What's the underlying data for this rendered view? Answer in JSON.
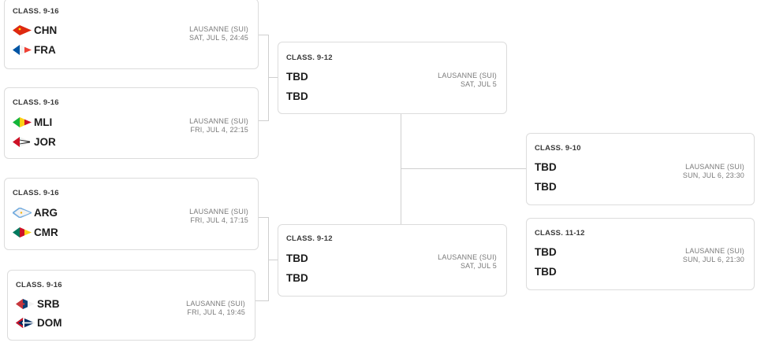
{
  "round1": [
    {
      "class_label": "CLASS. 9-16",
      "team_a": {
        "code": "CHN",
        "flag": "china-flag-icon"
      },
      "team_b": {
        "code": "FRA",
        "flag": "france-flag-icon"
      },
      "venue": "LAUSANNE (SUI)",
      "datetime": "SAT, JUL 5, 24:45"
    },
    {
      "class_label": "CLASS. 9-16",
      "team_a": {
        "code": "MLI",
        "flag": "mali-flag-icon"
      },
      "team_b": {
        "code": "JOR",
        "flag": "jordan-flag-icon"
      },
      "venue": "LAUSANNE (SUI)",
      "datetime": "FRI, JUL 4, 22:15"
    },
    {
      "class_label": "CLASS. 9-16",
      "team_a": {
        "code": "ARG",
        "flag": "argentina-flag-icon"
      },
      "team_b": {
        "code": "CMR",
        "flag": "cameroon-flag-icon"
      },
      "venue": "LAUSANNE (SUI)",
      "datetime": "FRI, JUL 4, 17:15"
    },
    {
      "class_label": "CLASS. 9-16",
      "team_a": {
        "code": "SRB",
        "flag": "serbia-flag-icon"
      },
      "team_b": {
        "code": "DOM",
        "flag": "dominican-republic-flag-icon"
      },
      "venue": "LAUSANNE (SUI)",
      "datetime": "FRI, JUL 4, 19:45"
    }
  ],
  "round2": [
    {
      "class_label": "CLASS. 9-12",
      "team_a": "TBD",
      "team_b": "TBD",
      "venue": "LAUSANNE (SUI)",
      "datetime": "SAT, JUL 5"
    },
    {
      "class_label": "CLASS. 9-12",
      "team_a": "TBD",
      "team_b": "TBD",
      "venue": "LAUSANNE (SUI)",
      "datetime": "SAT, JUL 5"
    }
  ],
  "round3": [
    {
      "class_label": "CLASS. 9-10",
      "team_a": "TBD",
      "team_b": "TBD",
      "venue": "LAUSANNE (SUI)",
      "datetime": "SUN, JUL 6, 23:30"
    },
    {
      "class_label": "CLASS. 11-12",
      "team_a": "TBD",
      "team_b": "TBD",
      "venue": "LAUSANNE (SUI)",
      "datetime": "SUN, JUL 6, 21:30"
    }
  ],
  "colors": {
    "card_border": "#dcdcdc",
    "connector": "#cfcfcf",
    "text_primary": "#1c1c1c",
    "text_muted": "#7a7a7a"
  }
}
